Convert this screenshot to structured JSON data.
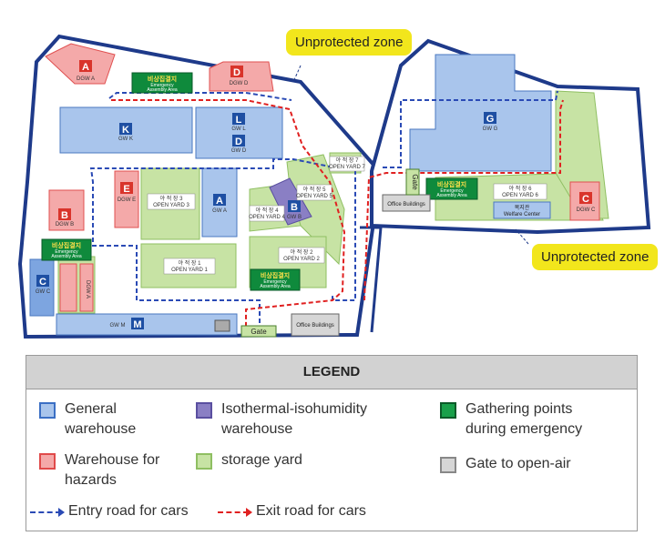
{
  "callouts": {
    "top": "Unprotected zone",
    "right": "Unprotected zone"
  },
  "buildings": {
    "dgw_a": {
      "letter": "A",
      "name": "DGW A"
    },
    "dgw_d": {
      "letter": "D",
      "name": "DGW D"
    },
    "gw_k": {
      "letter": "K",
      "name": "GW K"
    },
    "gw_l": {
      "letter": "L",
      "name": "GW L"
    },
    "gw_d": {
      "letter": "D",
      "name": "GW D"
    },
    "dgw_e": {
      "letter": "E",
      "name": "DGW E"
    },
    "gw_a": {
      "letter": "A",
      "name": "GW A"
    },
    "gw_b": {
      "letter": "B",
      "name": "GW B"
    },
    "dgw_b": {
      "letter": "B",
      "name": "DGW B"
    },
    "gw_c": {
      "letter": "C",
      "name": "GW C"
    },
    "gw_m": {
      "letter": "M",
      "name": "GW M"
    },
    "gw_g": {
      "letter": "G",
      "name": "GW G"
    },
    "dgw_c": {
      "letter": "C",
      "name": "DGW C"
    },
    "dgw_a_small": {
      "name": "DGW A"
    }
  },
  "yards": {
    "yard1": {
      "ko": "야 적 장 1",
      "en": "OPEN YARD 1"
    },
    "yard2": {
      "ko": "야 적 장 2",
      "en": "OPEN YARD 2"
    },
    "yard3": {
      "ko": "야 적 장 3",
      "en": "OPEN YARD 3"
    },
    "yard4": {
      "ko": "야 적 장 4",
      "en": "OPEN YARD 4"
    },
    "yard5": {
      "ko": "야 적 장 5",
      "en": "OPEN YARD 5"
    },
    "yard6": {
      "ko": "야 적 장 6",
      "en": "OPEN YARD 6"
    },
    "yard7": {
      "ko": "야 적 장 7",
      "en": "OPEN YARD 7"
    }
  },
  "assembly": {
    "ko": "비상집결지",
    "en1": "Emergency",
    "en2": "Assembly Area"
  },
  "gates": {
    "left": "Gate",
    "right": "Gate"
  },
  "offices": {
    "right": "Office Buildings",
    "bottom": "Office Buildings"
  },
  "welfare": {
    "ko": "복지관",
    "en": "Welfare Center"
  },
  "small_dgw_c": "DGW C",
  "legend": {
    "title": "LEGEND",
    "items": {
      "general": {
        "line1": "General",
        "line2": "warehouse",
        "color": "#3b6fc4"
      },
      "isothermal": {
        "line1": "Isothermal-isohumidity",
        "line2": "warehouse",
        "color": "#5a4fa0"
      },
      "gathering": {
        "line1": "Gathering points",
        "line2": "during emergency",
        "color": "#0f8a3c"
      },
      "hazards": {
        "line1": "Warehouse for",
        "line2": "hazards",
        "color": "#e04a4a"
      },
      "storage": {
        "line1": "storage yard",
        "color": "#9fce6a"
      },
      "gate": {
        "line1": "Gate to open-air",
        "color": "#aaaaaa"
      },
      "entry": {
        "line1": "Entry road for cars",
        "color": "#2a4ab5"
      },
      "exit": {
        "line1": "Exit road for cars",
        "color": "#e02020"
      }
    }
  },
  "colors": {
    "road": "#1e3a8a",
    "general_fill": "#a9c5ec",
    "general_stroke": "#4a78c0",
    "hazard_fill": "#f4a9a9",
    "hazard_stroke": "#e05050",
    "yard_fill": "#c7e3a4",
    "yard_stroke": "#8fbf62",
    "iso_fill": "#8a7fc4",
    "assembly": "#0f8a3c",
    "callout": "#f2e61c"
  }
}
